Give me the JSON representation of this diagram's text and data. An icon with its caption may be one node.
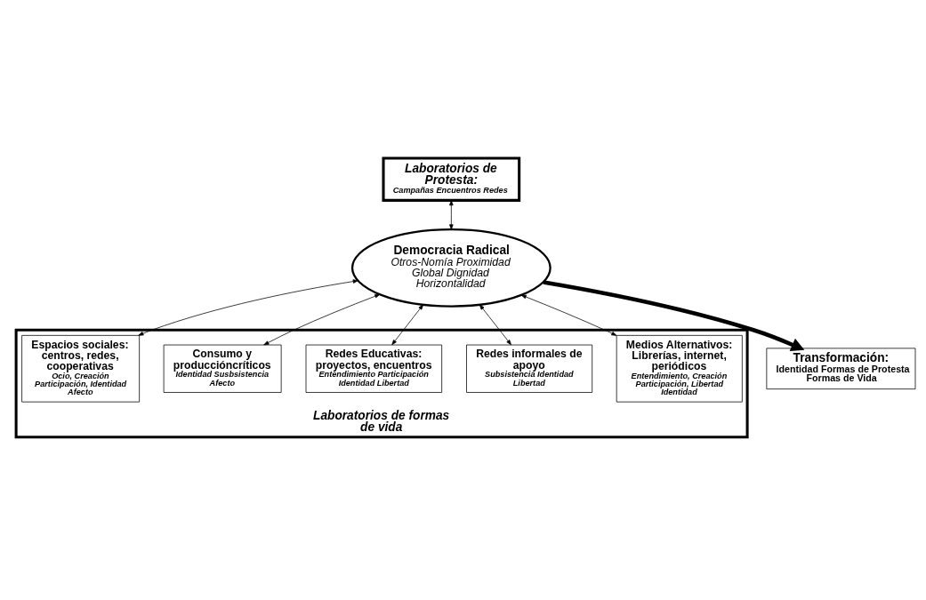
{
  "diagram": {
    "nodes": [
      {
        "text": [
          "Laboratorios de Protesta:",
          "Campañas Encuentros Redes"
        ]
      },
      {
        "text": [
          "Transformación:",
          "Identidad Formas de Protesta Formas de Vida"
        ]
      },
      {
        "text": [
          "Laboratorios de formas de vida"
        ]
      },
      {
        "text": [
          "Medios Alternativos: Librerías, internet, periódicos",
          "Entendimiento, Creación Participación, Libertad Identidad"
        ],
        "in": 2
      },
      {
        "text": [
          "Democracia Radical",
          "Otros-Nomía Proximidad Global Dignidad Horizontalidad"
        ]
      },
      {
        "text": [
          "Redes informales de apoyo",
          "Subsistencia Identidad Libertad"
        ],
        "in": 2
      },
      {
        "text": [
          "Redes Educativas: proyectos, encuentros",
          "Entendimiento Participación Identidad Libertad"
        ],
        "in": 2
      },
      {
        "text": [
          "Consumo y produccióncríticos",
          "Identidad Susbsistencia Afecto"
        ],
        "in": 2
      },
      {
        "text": [
          "Espacios sociales: centros, redes, cooperativas",
          "Ocio, Creación Participación, Identidad Afecto"
        ],
        "in": 2
      }
    ],
    "edges": [
      {
        "from": 0,
        "to": 4,
        "arrow": "both"
      },
      {
        "from": 4,
        "to": 1,
        "arrow": "to",
        "style": "thick"
      },
      {
        "from": 3,
        "to": 4,
        "arrow": "both"
      },
      {
        "from": 4,
        "to": 5,
        "arrow": "both"
      },
      {
        "from": 4,
        "to": 6,
        "arrow": "both"
      },
      {
        "from": 4,
        "to": 7,
        "arrow": "both"
      },
      {
        "from": 4,
        "to": 8,
        "arrow": "both"
      }
    ]
  }
}
